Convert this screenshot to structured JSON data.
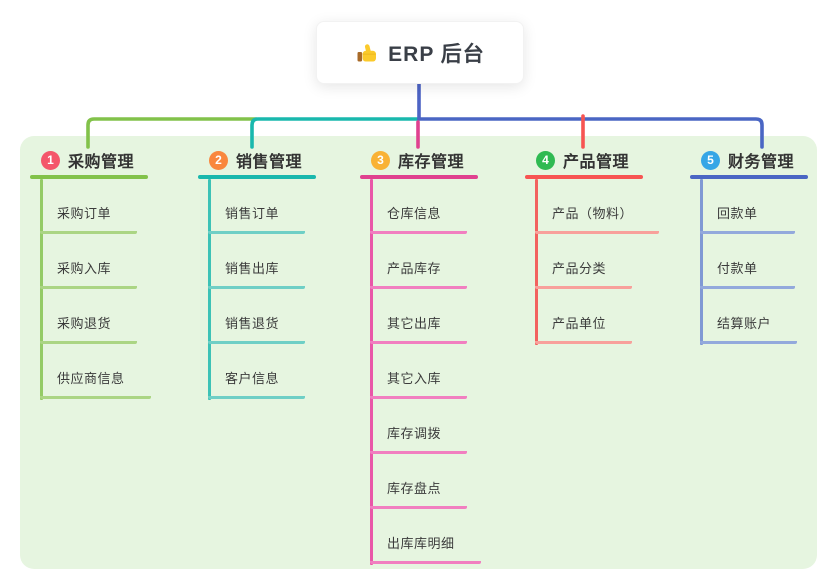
{
  "root": {
    "label": "ERP 后台",
    "icon": "thumbs-up"
  },
  "panel_bg": "#e6f5e0",
  "root_line_color": "#4d64c5",
  "branches": [
    {
      "num": "1",
      "label": "采购管理",
      "badge_color": "#f4566a",
      "line_color": "#82c24a",
      "vline_color": "#94cb66",
      "child_line_color": "#abd584",
      "children": [
        "采购订单",
        "采购入库",
        "采购退货",
        "供应商信息"
      ]
    },
    {
      "num": "2",
      "label": "销售管理",
      "badge_color": "#f9873d",
      "line_color": "#19b8ad",
      "vline_color": "#3cc2b6",
      "child_line_color": "#6fcfc6",
      "children": [
        "销售订单",
        "销售出库",
        "销售退货",
        "客户信息"
      ]
    },
    {
      "num": "3",
      "label": "库存管理",
      "badge_color": "#f9b234",
      "line_color": "#e0418f",
      "vline_color": "#e957a8",
      "child_line_color": "#f17fc0",
      "children": [
        "仓库信息",
        "产品库存",
        "其它出库",
        "其它入库",
        "库存调拨",
        "库存盘点",
        "出库库明细"
      ]
    },
    {
      "num": "4",
      "label": "产品管理",
      "badge_color": "#2fba52",
      "line_color": "#f75452",
      "vline_color": "#f2625f",
      "child_line_color": "#f8a09b",
      "children": [
        "产品（物料）",
        "产品分类",
        "产品单位"
      ]
    },
    {
      "num": "5",
      "label": "财务管理",
      "badge_color": "#36a6e6",
      "line_color": "#4a66c4",
      "vline_color": "#8099d4",
      "child_line_color": "#93a9dc",
      "children": [
        "回款单",
        "付款单",
        "结算账户"
      ]
    }
  ]
}
